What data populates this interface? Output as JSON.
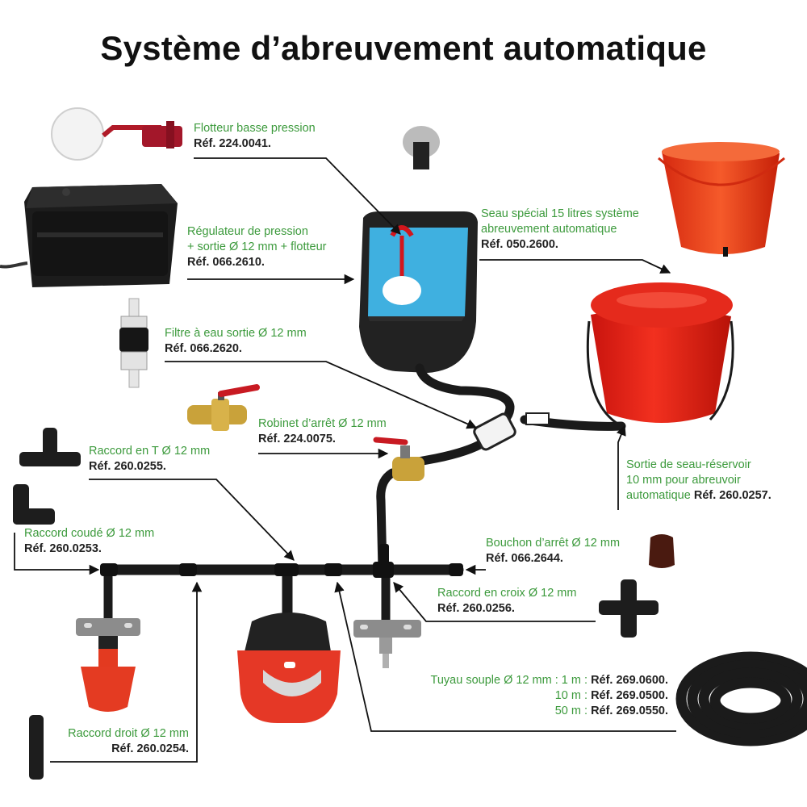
{
  "title": "Système d’abreuvement automatique",
  "labels": {
    "flotteur": {
      "name": "Flotteur basse pression",
      "ref": "Réf. 224.0041."
    },
    "regulateur": {
      "line1": "Régulateur de pression",
      "line2": "+ sortie Ø 12 mm + flotteur",
      "ref": "Réf. 066.2610."
    },
    "filtre": {
      "name": "Filtre à eau sortie Ø 12 mm",
      "ref": "Réf. 066.2620."
    },
    "robinet": {
      "name": "Robinet d’arrêt Ø 12 mm",
      "ref": "Réf. 224.0075."
    },
    "raccord_t": {
      "name": "Raccord en T Ø 12 mm",
      "ref": "Réf. 260.0255."
    },
    "raccord_coude": {
      "name": "Raccord coudé Ø 12 mm",
      "ref": "Réf. 260.0253."
    },
    "seau": {
      "line1": "Seau spécial 15 litres système",
      "line2": "abreuvement automatique",
      "ref": "Réf. 050.2600."
    },
    "sortie_seau": {
      "line1": "Sortie de seau-réservoir",
      "line2": "10 mm pour abreuvoir",
      "line3": "automatique",
      "ref": "Réf. 260.0257."
    },
    "bouchon": {
      "name": "Bouchon d’arrêt Ø 12 mm",
      "ref": "Réf. 066.2644."
    },
    "raccord_croix": {
      "name": "Raccord en croix Ø 12 mm",
      "ref": "Réf. 260.0256."
    },
    "tuyau": {
      "line1_text": "Tuyau souple Ø 12 mm : 1 m : ",
      "line1_ref": "Réf. 269.0600.",
      "line2_text": "10 m : ",
      "line2_ref": "Réf. 269.0500.",
      "line3_text": "50 m : ",
      "line3_ref": "Réf. 269.0550."
    },
    "raccord_droit": {
      "name": "Raccord droit Ø 12 mm",
      "ref": "Réf. 260.0254."
    }
  },
  "colors": {
    "label_green": "#3c9a3c",
    "ref_black": "#222222",
    "tank_water": "#3fb0e0",
    "bucket_red": "#e8221b",
    "pipe_black": "#1a1a1a"
  }
}
